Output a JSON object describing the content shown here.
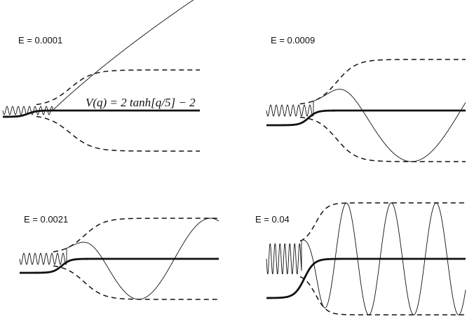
{
  "equation": "V(q) = 2 tanh[q/5] − 2",
  "panels": [
    {
      "energy_label": "E = 0.0001"
    },
    {
      "energy_label": "E = 0.0009"
    },
    {
      "energy_label": "E = 0.0021"
    },
    {
      "energy_label": "E = 0.04"
    }
  ]
}
